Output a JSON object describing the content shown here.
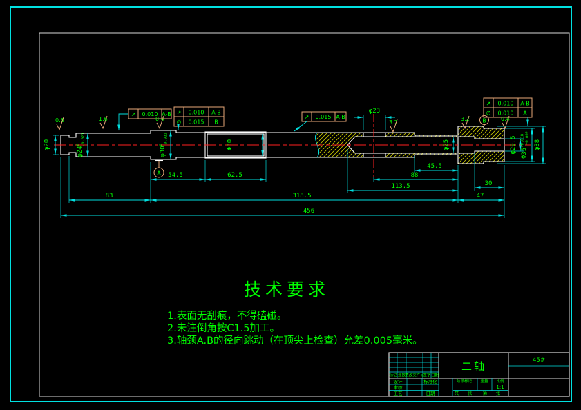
{
  "tech": {
    "title": "技术要求",
    "i1": "1.表面无刮痕，不得磕碰。",
    "i2": "2.未注倒角按C1.5加工。",
    "i3": "3.轴颈A.B的径向跳动（在顶尖上检查）允差0.005毫米。"
  },
  "dim": {
    "l545": "54.5",
    "l625": "62.5",
    "l455": "45.5",
    "l88": "88",
    "l1135": "113.5",
    "l30": "30",
    "l83": "83",
    "l3185": "318.5",
    "l47": "47",
    "l456": "456",
    "hole": "φ23"
  },
  "dia": {
    "d20": "φ20",
    "d24m": "φ24",
    "d24sup": "0",
    "d24sub": "-0.021",
    "d30m": "φ30",
    "d30sup": "0",
    "d30sub": "-0.021",
    "d30s": "Φ30",
    "d25": "φ25",
    "d205": "φ20.5",
    "d35m": "Φ35",
    "d35sup": "+0.018",
    "d35sub": "+0.002",
    "d38": "φ38"
  },
  "fcf": {
    "f1s": "↗",
    "f1v": "0.010",
    "f1r": "A-B",
    "f2s": "↗",
    "f2v": "0.010",
    "f2r": "A-B",
    "f3s": "∅",
    "f3v": "0.015",
    "f3r": "B",
    "f4s": "↗",
    "f4v": "0.015",
    "f4r": "A-B",
    "f5s": "↗",
    "f5v": "0.010",
    "f5r": "A-B",
    "f6s": "∅",
    "f6v": "0.010",
    "f6r": "A"
  },
  "rough": {
    "r1": "0.6",
    "r2": "1.6",
    "r3": "0.4",
    "r4": "3.2",
    "r5": "3.2",
    "r6": "0.4"
  },
  "datum": {
    "a": "A",
    "b": "B"
  },
  "tb": {
    "name": "二轴",
    "material": "45#",
    "scale": "1:1",
    "h1": "标记",
    "h2": "处数",
    "h3": "更改文件号",
    "h4": "签字",
    "h5": "日期",
    "design": "设计",
    "std": "标准化",
    "check": "审核",
    "craft": "工艺",
    "date": "日期",
    "stage": "阶段标记",
    "weight": "重量",
    "ratio": "比例",
    "sheet1": "共",
    "sheet2": "张",
    "sheet3": "第",
    "sheet4": "张"
  },
  "colors": {
    "outline": "#ffffff",
    "dims": "#00e0e0",
    "text": "#00ff00",
    "frames": "#e8a878",
    "hatch": "#cccc00",
    "centerline": "#ff2020"
  }
}
